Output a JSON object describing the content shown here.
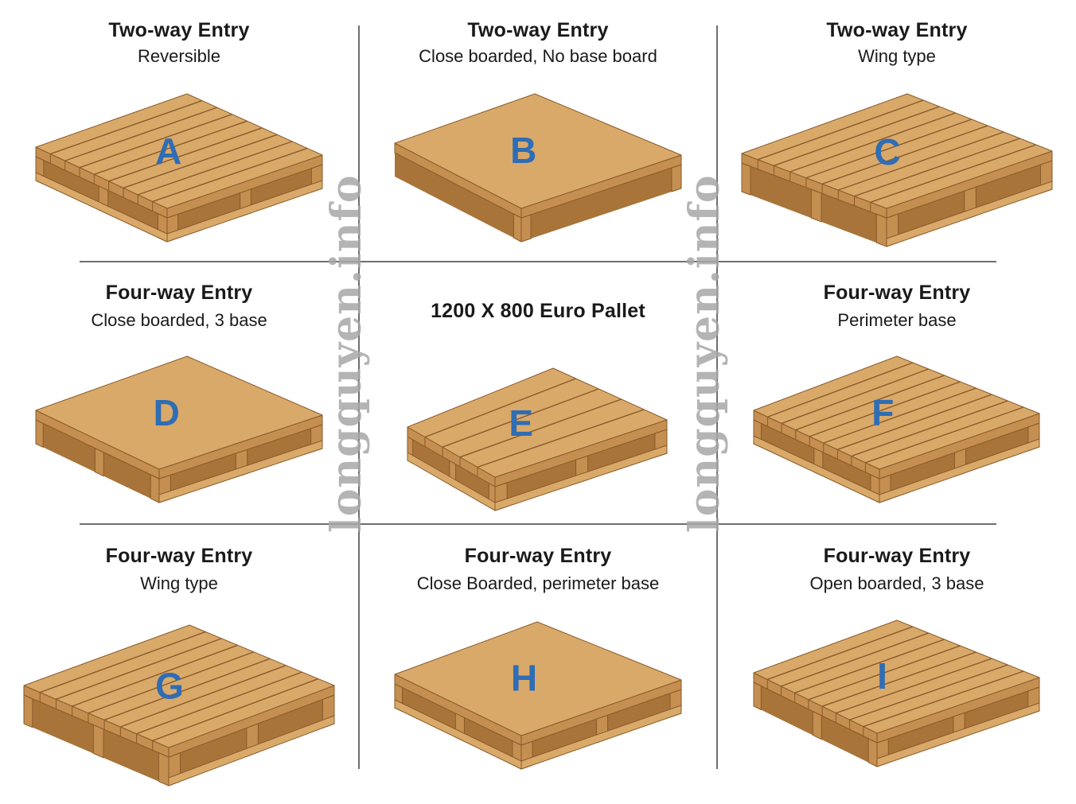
{
  "colors": {
    "wood_top": "#d9a96a",
    "wood_side": "#c48f50",
    "wood_dark": "#a8743a",
    "wood_line": "#8a5a2a",
    "letter": "#2f6db5",
    "grid": "#6f6f6f",
    "watermark": "#a8a8a8"
  },
  "watermark": "longquyen.info",
  "cells": [
    {
      "id": "A",
      "title": "Two-way Entry",
      "subtitle": "Reversible",
      "letter": "A",
      "style": "slatted"
    },
    {
      "id": "B",
      "title": "Two-way Entry",
      "subtitle": "Close boarded, No base board",
      "letter": "B",
      "style": "solid-legs"
    },
    {
      "id": "C",
      "title": "Two-way Entry",
      "subtitle": "Wing type",
      "letter": "C",
      "style": "wing"
    },
    {
      "id": "D",
      "title": "Four-way Entry",
      "subtitle": "Close boarded, 3 base",
      "letter": "D",
      "style": "solid-base"
    },
    {
      "id": "E",
      "title": "1200 X 800 Euro Pallet",
      "subtitle": "",
      "letter": "E",
      "style": "euro"
    },
    {
      "id": "F",
      "title": "Four-way Entry",
      "subtitle": "Perimeter base",
      "letter": "F",
      "style": "slatted-perimeter"
    },
    {
      "id": "G",
      "title": "Four-way Entry",
      "subtitle": "Wing type",
      "letter": "G",
      "style": "wing"
    },
    {
      "id": "H",
      "title": "Four-way Entry",
      "subtitle": "Close Boarded, perimeter base",
      "letter": "H",
      "style": "solid-perimeter"
    },
    {
      "id": "I",
      "title": "Four-way Entry",
      "subtitle": "Open boarded, 3 base",
      "letter": "I",
      "style": "slatted-open"
    }
  ]
}
